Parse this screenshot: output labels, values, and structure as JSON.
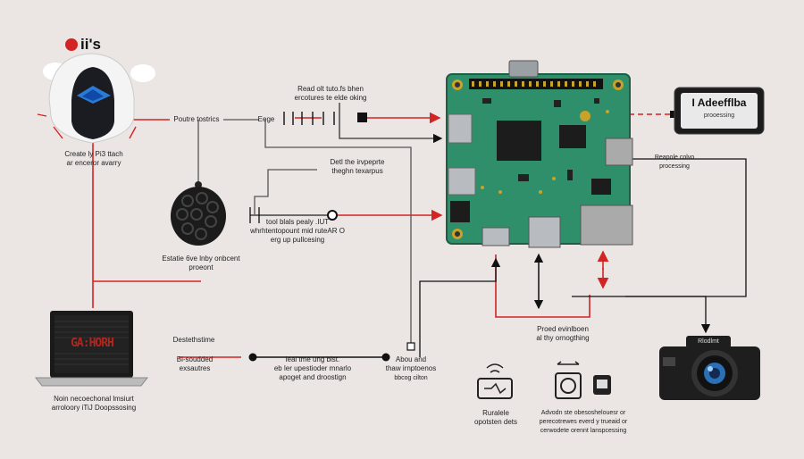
{
  "logo": {
    "text": "ii's"
  },
  "labels": {
    "create_label": "Create ly Pi3 ttach\nar enceror avarry",
    "poutre_label": "Poutre tostrics",
    "eege_label": "Eege",
    "read_label": "Read olt tuto.fs bhen\nercotures te elde oking",
    "detl_label": "Detl the irvpeprte\ntheghn texarpus",
    "tool_label": "tool blals pealy .IUT\nwhrhtentopount mid ruteAR O\nerg up pullcesing",
    "estatie_label": "Estatie 6ve   lnby onbcent\nproeont",
    "laptop_desc": "Noin necoechonal lmsiurt\narroloory iTiJ Doopssosing",
    "laptop_screen": "GA:HORH",
    "destethime_label": "Destethstime",
    "bisounded_label": "Bi-soudded\nexsautres",
    "leal_label": "leal tme ung blst.\neb ler upestioder mnarlo\napoget and droostign",
    "abou_label": "Abou and\nthaw irnptoenos",
    "boug_label": "bbcog cilton",
    "ruralele_label": "Ruralele\nopotsten dets",
    "advodn_label": "Advodn ste obesoshelouesr or\nperecotrewes everd y trueaid or\ncerwodete orennt lanspcessing",
    "proed_label": "Proed evinlboen\nal thy ornogthing",
    "reapole_label": "Reapole colvo\nprocessing",
    "device_title": "I Adeefflba",
    "device_sub": "prooessing",
    "camera_brand": "Rlodlmt"
  }
}
